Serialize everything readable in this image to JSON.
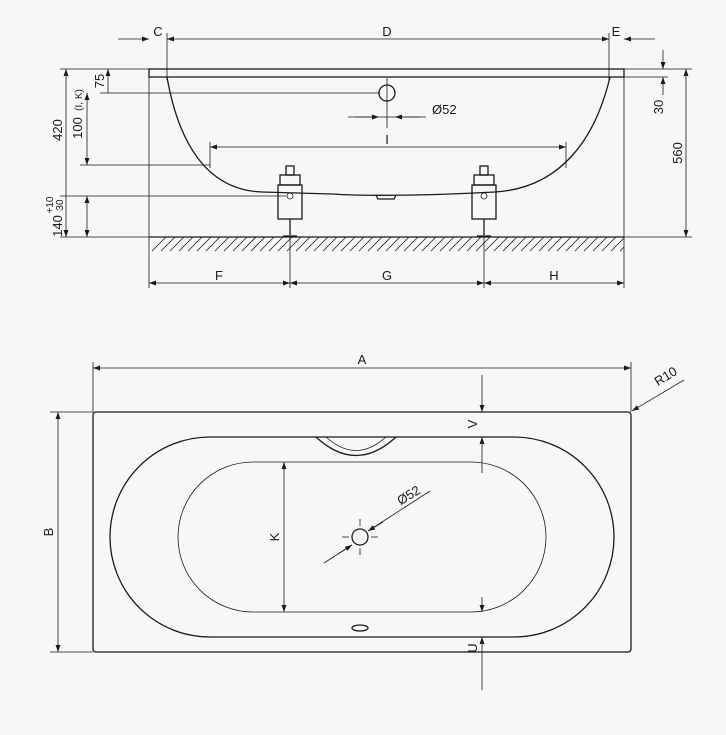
{
  "side_view": {
    "labels": {
      "C": "C",
      "D": "D",
      "E": "E",
      "F": "F",
      "G": "G",
      "H": "H",
      "I": "I",
      "d75": "75",
      "d420": "420",
      "d100": "100",
      "d100_note": "(I, K)",
      "d30_right": "30",
      "d560": "560",
      "d140": "140",
      "d30_lower": "30",
      "tol_plus10": "+10",
      "drain_dia": "Ø52"
    }
  },
  "top_view": {
    "labels": {
      "A": "A",
      "B": "B",
      "K": "K",
      "V": "V",
      "U": "U",
      "radius": "R10",
      "drain_dia": "Ø52"
    }
  }
}
